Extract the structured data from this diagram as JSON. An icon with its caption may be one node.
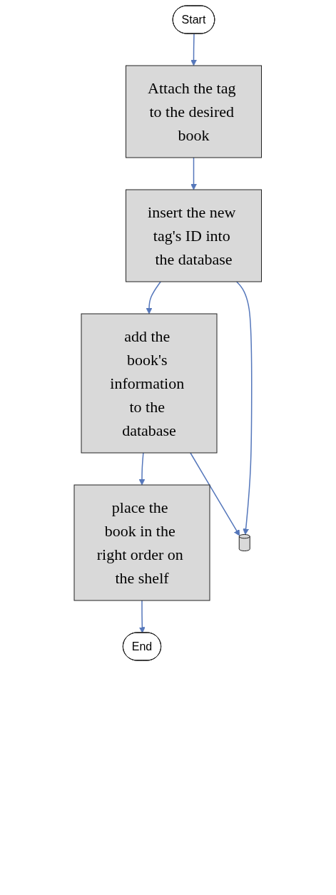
{
  "diagram": {
    "nodes": [
      {
        "text": [
          "Start"
        ]
      },
      {
        "text": [
          "Attach the tag to the desired book"
        ]
      },
      {
        "text": [
          "insert the new tag's ID into the database"
        ]
      },
      {
        "text": [
          "add the book's information to the database"
        ]
      },
      {
        "text": [
          "place the book in the right order on the shelf"
        ]
      },
      {
        "text": [
          "End"
        ]
      },
      {
        "text": [],
        "shape": "cylinder"
      }
    ],
    "edges": [
      {
        "from": 0,
        "to": 1,
        "arrow": "to"
      },
      {
        "from": 1,
        "to": 2,
        "arrow": "to"
      },
      {
        "from": 2,
        "to": 3,
        "arrow": "to"
      },
      {
        "from": 3,
        "to": 4,
        "arrow": "to"
      },
      {
        "from": 4,
        "to": 5,
        "arrow": "to"
      },
      {
        "from": 2,
        "to": 6,
        "arrow": "to"
      },
      {
        "from": 3,
        "to": 6,
        "arrow": "to"
      }
    ]
  }
}
